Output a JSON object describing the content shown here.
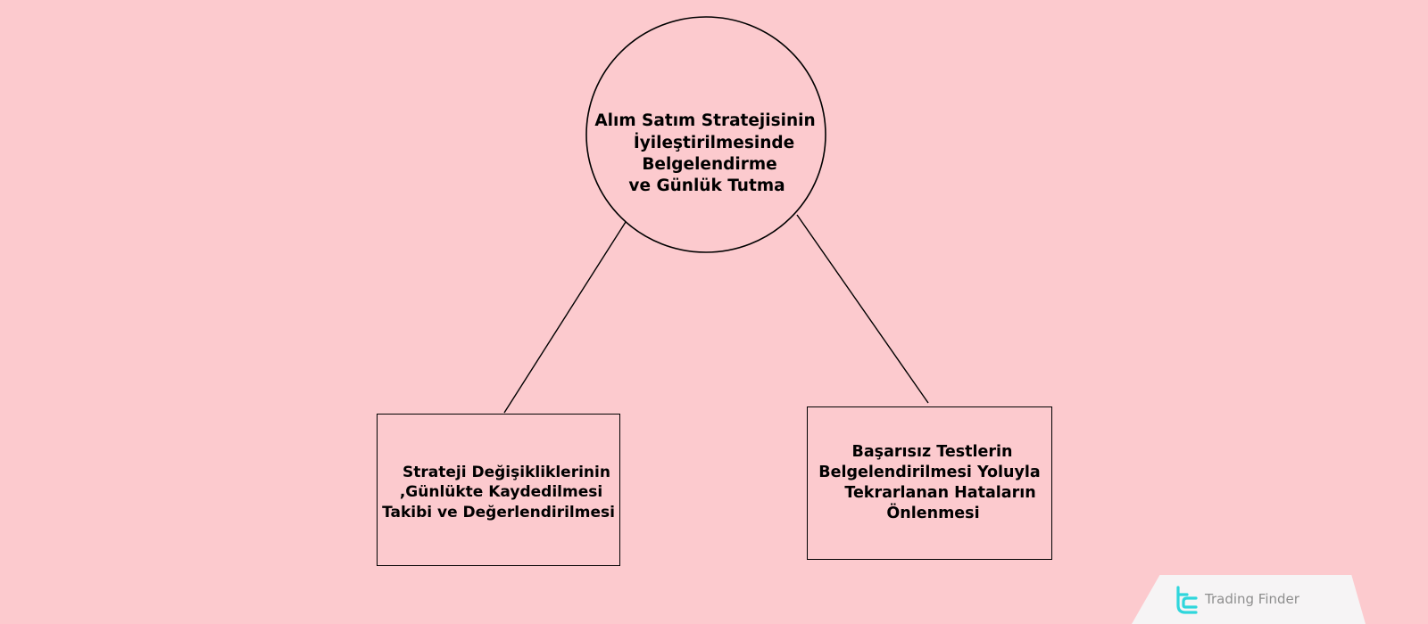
{
  "diagram": {
    "root": {
      "lines": [
        "Alım Satım Stratejisinin",
        "İyileştirilmesinde",
        "Belgelendirme",
        "ve Günlük Tutma"
      ]
    },
    "children": [
      {
        "lines": [
          "Strateji Değişikliklerinin",
          ",Günlükte Kaydedilmesi",
          "Takibi ve Değerlendirilmesi"
        ]
      },
      {
        "lines": [
          "Başarısız Testlerin",
          "Belgelendirilmesi Yoluyla",
          "Tekrarlanan Hataların",
          "Önlenmesi"
        ]
      }
    ]
  },
  "watermark": {
    "label": "Trading Finder",
    "icon": "tf-logo-icon",
    "accent_color": "#2fd6dc",
    "text_color": "#8e8e8e"
  },
  "colors": {
    "background": "#fccace",
    "stroke": "#000000"
  }
}
